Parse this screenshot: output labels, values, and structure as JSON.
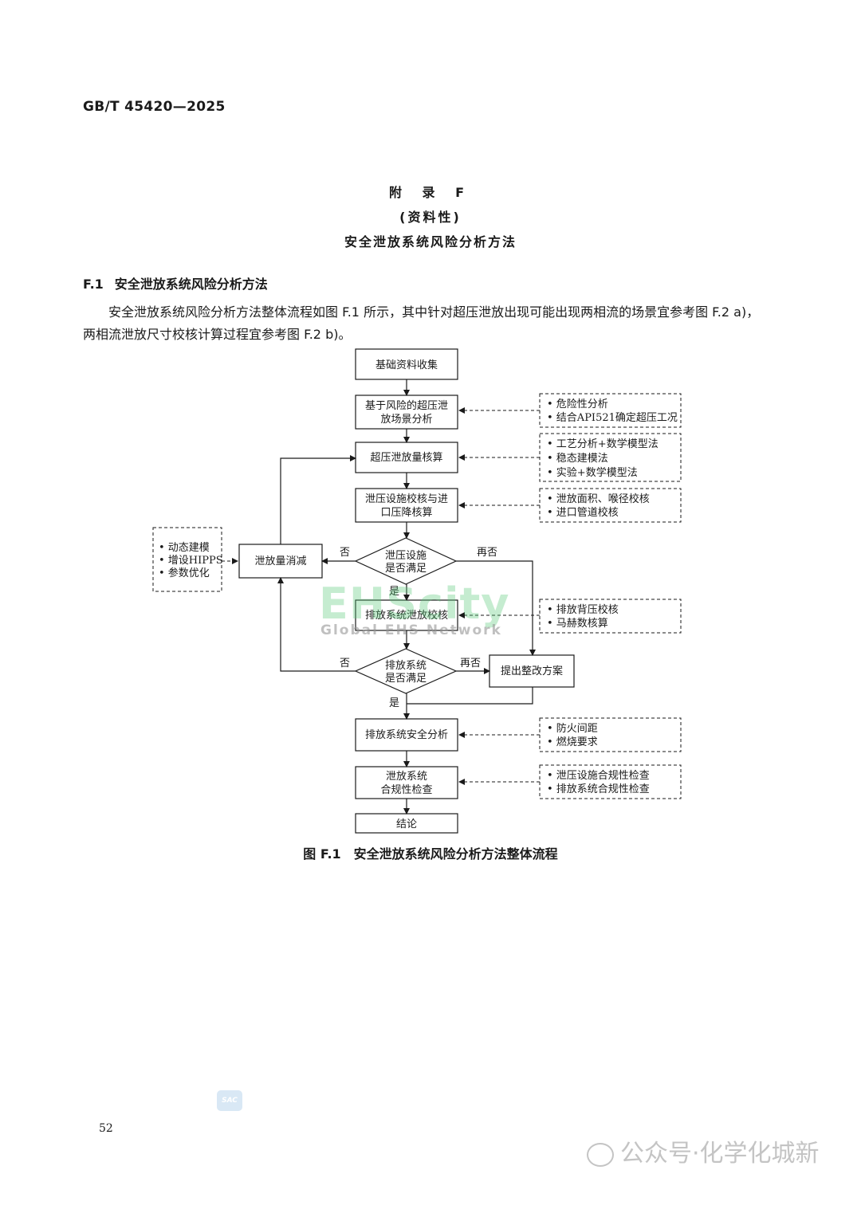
{
  "header": {
    "standard_code": "GB/T 45420—2025"
  },
  "appendix": {
    "title": "附 录 F",
    "type": "(资料性)",
    "name": "安全泄放系统风险分析方法"
  },
  "section": {
    "number": "F.1",
    "title": "安全泄放系统风险分析方法",
    "paragraph": "安全泄放系统风险分析方法整体流程如图 F.1 所示，其中针对超压泄放出现可能出现两相流的场景宜参考图 F.2 a)，两相流泄放尺寸校核计算过程宜参考图 F.2 b)。"
  },
  "flowchart": {
    "boxes": {
      "collect": "基础资料收集",
      "scenario_line1": "基于风险的超压泄",
      "scenario_line2": "放场景分析",
      "relief_calc": "超压泄放量核算",
      "device_line1": "泄压设施校核与进",
      "device_line2": "口压降核算",
      "reduce": "泄放量消减",
      "discharge_check": "排放系统泄放校核",
      "rectify": "提出整改方案",
      "safety": "排放系统安全分析",
      "compliance_line1": "泄放系统",
      "compliance_line2": "合规性检查",
      "conclusion": "结论"
    },
    "decisions": {
      "d1_line1": "泄压设施",
      "d1_line2": "是否满足",
      "d2_line1": "排放系统",
      "d2_line2": "是否满足"
    },
    "labels": {
      "no": "否",
      "yes": "是",
      "again_no": "再否"
    },
    "notes": {
      "n1": [
        "• 危险性分析",
        "• 结合API521确定超压工况"
      ],
      "n2": [
        "• 工艺分析+数学模型法",
        "• 稳态建模法",
        "• 实验+数学模型法"
      ],
      "n3": [
        "• 泄放面积、喉径校核",
        "• 进口管道校核"
      ],
      "n4": [
        "• 排放背压校核",
        "• 马赫数核算"
      ],
      "n5": [
        "• 防火间距",
        "• 燃烧要求"
      ],
      "n6": [
        "• 泄压设施合规性检查",
        "• 排放系统合规性检查"
      ],
      "left": [
        "• 动态建模",
        "• 增设HIPPS",
        "• 参数优化"
      ]
    }
  },
  "caption": {
    "number": "图 F.1",
    "text": "安全泄放系统风险分析方法整体流程"
  },
  "watermark": {
    "main": "EHScity",
    "sub": "Global EHS Network"
  },
  "logo": {
    "text": "SAC"
  },
  "page_number": "52",
  "footer": {
    "text": "公众号·化学化城新"
  }
}
